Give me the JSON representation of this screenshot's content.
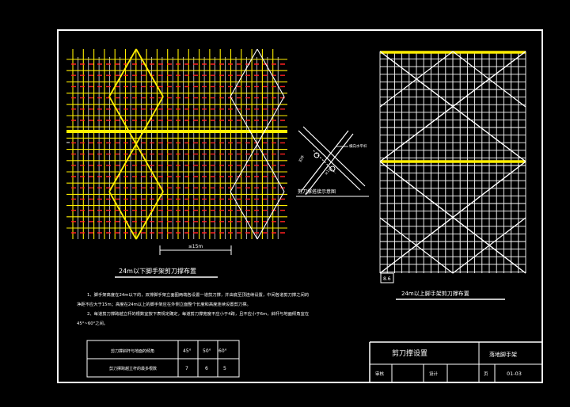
{
  "left_plan": {
    "title": "24m以下脚手架剪刀撑布置",
    "dimension": "≤15m"
  },
  "detail": {
    "title": "剪刀撑搭接示意图",
    "labels": [
      "横向水平杆",
      "扣件",
      "≥1m"
    ]
  },
  "right_plan": {
    "title": "24m以上脚手架剪刀撑布置",
    "corner_label": "8.6"
  },
  "notes": {
    "line1": "1、脚手架高度在24m以下的，双排脚手架立面图两端各设置一道剪刀撑，并由底至顶连续设置，中间各道剪刀撑之间的",
    "line2": "净距不应大于15m；高度在24m以上的脚手架应在外侧立面整个长度和高度连续设置剪刀撑。",
    "line3": "2、每道剪刀撑跨越立杆的根数宜按下表规定确定，每道剪刀撑宽度不应小于4跨，且不应小于6m，斜杆与地面倾角宜在",
    "line4": "45°~60°之间。"
  },
  "table": {
    "row1_label": "剪刀撑斜杆与地面的倾角",
    "row1_values": [
      "45°",
      "50°",
      "60°"
    ],
    "row2_label": "剪刀撑跨越立杆的最多根数",
    "row2_values": [
      "7",
      "6",
      "5"
    ]
  },
  "title_block": {
    "title": "剪刀撑设置",
    "project": "落地脚手架",
    "review": "审核",
    "design": "设计",
    "page_label": "页",
    "page_number": "01-03"
  },
  "colors": {
    "yellow": "#ffee00",
    "red": "#ff2020",
    "white": "#ffffff"
  }
}
